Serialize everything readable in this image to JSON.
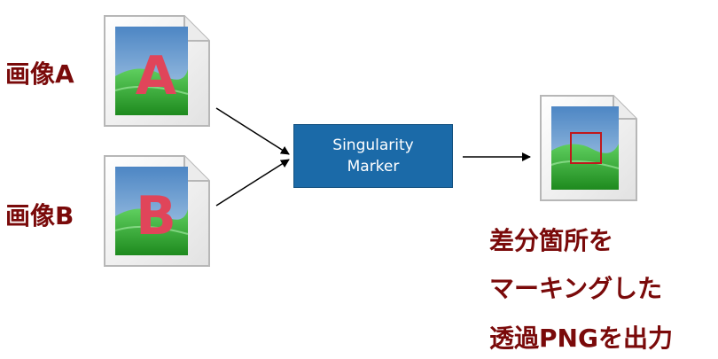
{
  "inputs": [
    {
      "label": "画像A",
      "letter": "A"
    },
    {
      "label": "画像B",
      "letter": "B"
    }
  ],
  "process": {
    "line1": "Singularity",
    "line2": "Marker"
  },
  "output": {
    "line1": "差分箇所を",
    "line2": "マーキングした",
    "line3": "透過PNGを出力"
  },
  "colors": {
    "label_text": "#7a0a0a",
    "process_box": "#1b6aa8",
    "letter": "#e0455a",
    "highlight_rect": "#c0181c"
  }
}
